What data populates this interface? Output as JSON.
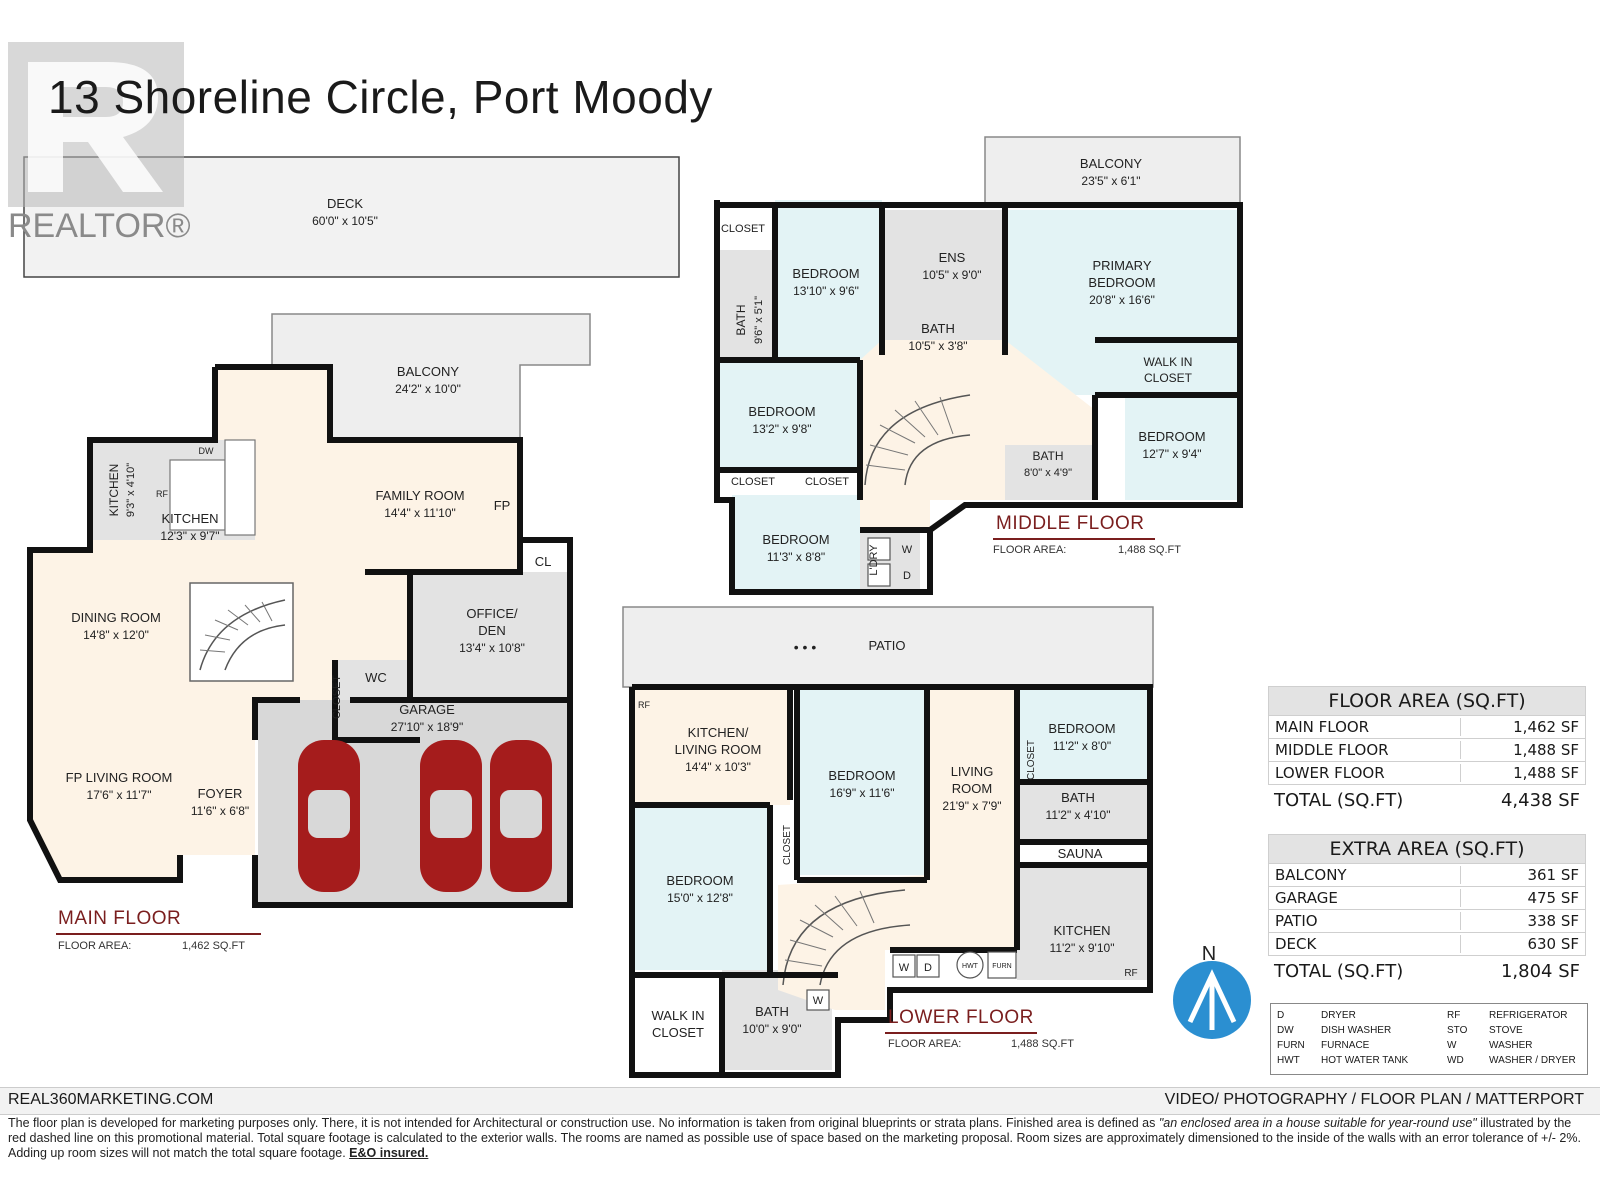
{
  "title": "13 Shoreline Circle, Port Moody",
  "logo_text": "REALTOR®",
  "floors": {
    "main": {
      "header": "MAIN FLOOR",
      "area_label": "FLOOR AREA:",
      "area_value": "1,462 SQ.FT"
    },
    "middle": {
      "header": "MIDDLE FLOOR",
      "area_label": "FLOOR AREA:",
      "area_value": "1,488 SQ.FT"
    },
    "lower": {
      "header": "LOWER FLOOR",
      "area_label": "FLOOR AREA:",
      "area_value": "1,488 SQ.FT"
    }
  },
  "rooms": {
    "deck": [
      "DECK",
      "60'0\" x 10'5\""
    ],
    "balcony_main": [
      "BALCONY",
      "24'2\" x 10'0\""
    ],
    "family_room": [
      "FAMILY ROOM",
      "14'4\" x 11'10\""
    ],
    "fp": "FP",
    "kitchen": [
      "KITCHEN",
      "12'3\" x 9'7\""
    ],
    "kitchen_small": [
      "KITCHEN",
      "9'3\" x 4'10\""
    ],
    "dw": "DW",
    "rf_main": "RF",
    "dining_room": [
      "DINING ROOM",
      "14'8\" x 12'0\""
    ],
    "office": [
      "OFFICE/",
      "DEN",
      "13'4\" x 10'8\""
    ],
    "cl": "CL",
    "wc": "WC",
    "closet_main": "CLOSET",
    "garage": [
      "GARAGE",
      "27'10\" x 18'9\""
    ],
    "living_room": [
      "FP LIVING ROOM",
      "17'6\" x 11'7\""
    ],
    "foyer": [
      "FOYER",
      "11'6\" x 6'8\""
    ],
    "balcony_mid": [
      "BALCONY",
      "23'5\" x 6'1\""
    ],
    "closet_mid1": "CLOSET",
    "bedroom_mid1": [
      "BEDROOM",
      "13'10\" x 9'6\""
    ],
    "ens": [
      "ENS",
      "10'5\" x 9'0\""
    ],
    "primary_bedroom": [
      "PRIMARY",
      "BEDROOM",
      "20'8\" x 16'6\""
    ],
    "bath_mid_side": [
      "BATH",
      "9'6\" x 5'1\""
    ],
    "bath_mid_center": [
      "BATH",
      "10'5\" x 3'8\""
    ],
    "walkin_mid": [
      "WALK IN",
      "CLOSET"
    ],
    "bedroom_mid2": [
      "BEDROOM",
      "13'2\" x 9'8\""
    ],
    "bath_mid_small": [
      "BATH",
      "8'0\" x 4'9\""
    ],
    "bedroom_mid3": [
      "BEDROOM",
      "12'7\" x 9'4\""
    ],
    "closet_mid2": "CLOSET",
    "closet_mid3": "CLOSET",
    "bedroom_mid4": [
      "BEDROOM",
      "11'3\" x 8'8\""
    ],
    "ldry": "L'DRY",
    "w": "W",
    "d": "D",
    "patio": "PATIO",
    "dots": "• • •",
    "rf_lower": "RF",
    "kitchen_living": [
      "KITCHEN/",
      "LIVING ROOM",
      "14'4\" x 10'3\""
    ],
    "bedroom_low1": [
      "BEDROOM",
      "16'9\" x 11'6\""
    ],
    "living_room_low": [
      "LIVING",
      "ROOM",
      "21'9\" x 7'9\""
    ],
    "bedroom_low2": [
      "BEDROOM",
      "11'2\" x 8'0\""
    ],
    "closet_low1": "CLOSET",
    "bath_low1": [
      "BATH",
      "11'2\" x 4'10\""
    ],
    "closet_low2": "CLOSET",
    "sauna": "SAUNA",
    "bedroom_low3": [
      "BEDROOM",
      "15'0\" x 12'8\""
    ],
    "kitchen_low": [
      "KITCHEN",
      "11'2\" x 9'10\""
    ],
    "rf_lower2": "RF",
    "hwt": "HWT",
    "furn": "FURN",
    "walkin_low": [
      "WALK IN",
      "CLOSET"
    ],
    "bath_low2": [
      "BATH",
      "10'0\" x 9'0\""
    ]
  },
  "floor_area_table": {
    "header": "FLOOR AREA (SQ.FT)",
    "rows": [
      [
        "MAIN FLOOR",
        "1,462 SF"
      ],
      [
        "MIDDLE FLOOR",
        "1,488 SF"
      ],
      [
        "LOWER FLOOR",
        "1,488 SF"
      ]
    ],
    "total": [
      "TOTAL (SQ.FT)",
      "4,438 SF"
    ]
  },
  "extra_area_table": {
    "header": "EXTRA AREA (SQ.FT)",
    "rows": [
      [
        "BALCONY",
        "361 SF"
      ],
      [
        "GARAGE",
        "475 SF"
      ],
      [
        "PATIO",
        "338 SF"
      ],
      [
        "DECK",
        "630 SF"
      ]
    ],
    "total": [
      "TOTAL (SQ.FT)",
      "1,804 SF"
    ]
  },
  "compass": "N",
  "legend": [
    [
      "D",
      "DRYER",
      "RF",
      "REFRIGERATOR"
    ],
    [
      "DW",
      "DISH WASHER",
      "STO",
      "STOVE"
    ],
    [
      "FURN",
      "FURNACE",
      "W",
      "WASHER"
    ],
    [
      "HWT",
      "HOT WATER TANK",
      "WD",
      "WASHER / DRYER"
    ]
  ],
  "footer": {
    "left": "REAL360MARKETING.COM",
    "right": "VIDEO/ PHOTOGRAPHY / FLOOR PLAN / MATTERPORT",
    "disclaimer_1": "The floor plan is developed for marketing purposes only. There, it is not intended for Architectural or construction use. No information is  taken from original blueprints or strata plans. Finished area is defined as ",
    "disclaimer_quote": "\"an enclosed area in a house suitable for year-round use\"",
    "disclaimer_2": " illustrated by the red dashed line on this promotional material. Total square footage is calculated to the exterior walls. The rooms are named as possible use of space based on the marketing proposal. Room sizes are approximately dimensioned to the inside of the walls with an error tolerance of +/- 2%. Adding up room sizes will not match the total square footage. ",
    "disclaimer_eo": "E&O insured."
  },
  "colors": {
    "wall": "#111111",
    "bedroom": "#e3f3f5",
    "living": "#fdf3e6",
    "service": "#dcdcdc",
    "deck": "#f2f2f2",
    "car": "#a51c1c",
    "accent": "#7a1e1e",
    "compass": "#2b8fd1"
  }
}
